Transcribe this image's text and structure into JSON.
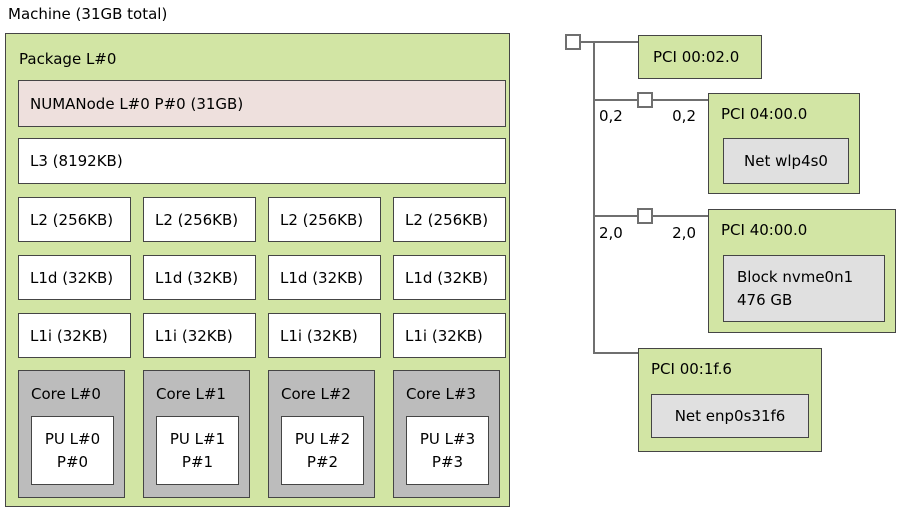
{
  "machine": {
    "label": "Machine (31GB total)"
  },
  "package": {
    "label": "Package L#0",
    "numanode": {
      "label": "NUMANode L#0 P#0 (31GB)"
    },
    "l3": {
      "label": "L3 (8192KB)"
    },
    "l2": [
      "L2 (256KB)",
      "L2 (256KB)",
      "L2 (256KB)",
      "L2 (256KB)"
    ],
    "l1d": [
      "L1d (32KB)",
      "L1d (32KB)",
      "L1d (32KB)",
      "L1d (32KB)"
    ],
    "l1i": [
      "L1i (32KB)",
      "L1i (32KB)",
      "L1i (32KB)",
      "L1i (32KB)"
    ],
    "cores": [
      {
        "label": "Core L#0",
        "pu_label": "PU L#0",
        "pu_pnum": "P#0"
      },
      {
        "label": "Core L#1",
        "pu_label": "PU L#1",
        "pu_pnum": "P#1"
      },
      {
        "label": "Core L#2",
        "pu_label": "PU L#2",
        "pu_pnum": "P#2"
      },
      {
        "label": "Core L#3",
        "pu_label": "PU L#3",
        "pu_pnum": "P#3"
      }
    ]
  },
  "pci_tree": {
    "nodes": [
      {
        "label": "PCI 00:02.0"
      },
      {
        "label": "PCI 04:00.0",
        "device": "Net wlp4s0",
        "link_left": "0,2",
        "link_right": "0,2"
      },
      {
        "label": "PCI 40:00.0",
        "device_line1": "Block nvme0n1",
        "device_line2": "476 GB",
        "link_left": "2,0",
        "link_right": "2,0"
      },
      {
        "label": "PCI 00:1f.6",
        "device": "Net enp0s31f6"
      }
    ]
  },
  "colors": {
    "package_green": "#d2e5a4",
    "numanode_pink": "#eee0dd",
    "core_gray": "#bcbcbc",
    "device_gray": "#e0e0e0",
    "box_border": "#454545",
    "connector_gray": "#6f6f6f",
    "background": "#ffffff",
    "text": "#000000"
  }
}
